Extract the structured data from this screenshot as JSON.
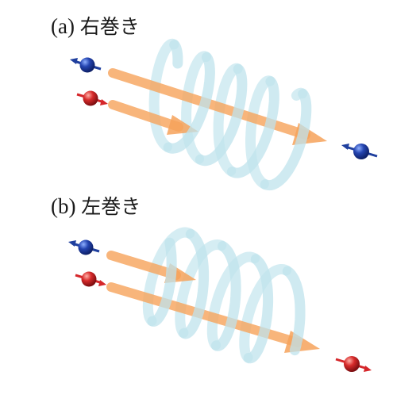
{
  "panels": [
    {
      "letter": "(a)",
      "title": "右巻き"
    },
    {
      "letter": "(b)",
      "title": "左巻き"
    }
  ],
  "colors": {
    "helix": "#bfe3ec",
    "helix_edge": "#a9cfda",
    "arrow": "#f6a25a",
    "electron_up": "#1f3f9e",
    "electron_down": "#d5262a",
    "background": "#ffffff"
  },
  "icons": {
    "spin_blue": "blue-electron-spin-icon",
    "spin_red": "red-electron-spin-icon"
  }
}
